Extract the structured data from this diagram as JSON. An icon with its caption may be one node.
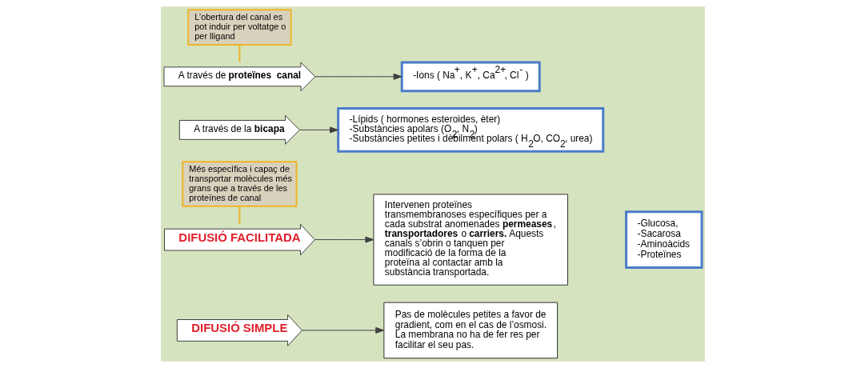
{
  "diagram": {
    "nodes": [
      {
        "text": [
          "DIFUSIÓ SIMPLE"
        ]
      },
      {
        "text": [
          "Pas de molècules petites a favor de gradient, com en el cas de l’osmosi. La membrana no ha de fer res per facilitar el seu pas."
        ]
      },
      {
        "text": [
          "Més específica i capaç de transportar molècules més grans que a través de les proteïnes de canal"
        ]
      },
      {
        "text": [
          "DIFUSIÓ FACILITADA"
        ]
      },
      {
        "text": [
          "Intervenen proteïnes transmembranoses específiques per a cada substrat anomenades **permeases**, **transportadores** o **carriers.** Aquests canals s’obrin o tanquen per modificació de la forma de la proteïna al contactar amb la substància transportada."
        ]
      },
      {
        "text": [
          "-Glucosa,",
          "-Sacarosa",
          "-Aminoàcids",
          "-Proteïnes"
        ]
      },
      {
        "text": [
          "A través de la **bicapa**"
        ]
      },
      {
        "text": [
          "-Lípids ( hormones esteroides, èter)",
          "-Substàncies apolars (O$_{2}$, N$_{2}$)",
          "-Substàncies petites i dèbilment polars ( H$_{2}$O, CO$_{2}$, urea)"
        ]
      },
      {
        "text": [
          "A través de **proteïnes  canal**"
        ]
      },
      {
        "text": [
          "-Ions ( Na$^{+}$, K$^{+}$, Ca$^{2+}$, Cl$^{-}$ )"
        ]
      },
      {
        "text": [
          "L’obertura del canal es pot induir per voltatge o per lligand"
        ]
      }
    ],
    "edges": [
      {
        "from": 0,
        "to": 1,
        "arrow": "to"
      },
      {
        "from": 2,
        "to": 3,
        "arrow": "none",
        "color": "#f0b428"
      },
      {
        "from": 3,
        "to": 4,
        "arrow": "to"
      },
      {
        "from": 6,
        "to": 7,
        "arrow": "to"
      },
      {
        "from": 8,
        "to": 9,
        "arrow": "to"
      },
      {
        "from": 10,
        "to": 8,
        "arrow": "none",
        "color": "#f0b428"
      }
    ]
  }
}
